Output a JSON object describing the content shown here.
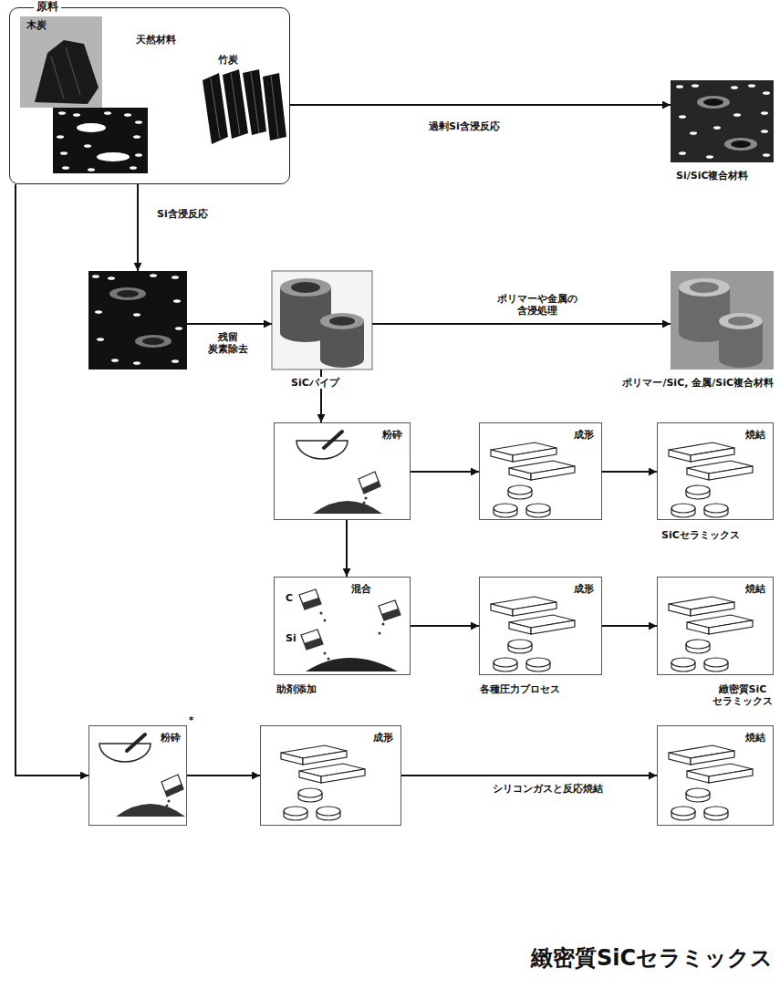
{
  "diagram": {
    "nodes": [
      {
        "text": [
          "原料",
          "木炭",
          "天然材料",
          "竹炭"
        ]
      },
      {
        "text": [
          "Si/SiC複合材料"
        ]
      },
      {
        "text": []
      },
      {
        "text": [
          "SiCパイプ"
        ]
      },
      {
        "text": [
          "ポリマー/SiC, 金属/SiC複合材料"
        ]
      },
      {
        "text": [
          "粉砕"
        ]
      },
      {
        "text": [
          "成形"
        ]
      },
      {
        "text": [
          "焼結",
          "SiCセラミックス"
        ]
      },
      {
        "text": [
          "混合",
          "C",
          "Si",
          "助剤添加"
        ]
      },
      {
        "text": [
          "成形",
          "各種圧力プロセス"
        ]
      },
      {
        "text": [
          "焼結",
          "緻密質SiC セラミックス"
        ]
      },
      {
        "text": [
          "粉砕"
        ]
      },
      {
        "text": [
          "成形"
        ]
      },
      {
        "text": [
          "焼結",
          "緻密質SiCセラミックス"
        ]
      }
    ],
    "edges": [
      {
        "from": 0,
        "to": 1,
        "arrow": "to",
        "label": "過剰Si含浸反応"
      },
      {
        "from": 0,
        "to": 2,
        "arrow": "to",
        "label": "Si含浸反応"
      },
      {
        "from": 2,
        "to": 3,
        "arrow": "to",
        "label": "残留 炭素除去"
      },
      {
        "from": 3,
        "to": 4,
        "arrow": "to",
        "label": "ポリマーや金属の 含浸処理"
      },
      {
        "from": 3,
        "to": 5,
        "arrow": "to"
      },
      {
        "from": 5,
        "to": 6,
        "arrow": "to"
      },
      {
        "from": 6,
        "to": 7,
        "arrow": "to"
      },
      {
        "from": 5,
        "to": 8,
        "arrow": "to"
      },
      {
        "from": 8,
        "to": 9,
        "arrow": "to"
      },
      {
        "from": 9,
        "to": 10,
        "arrow": "to"
      },
      {
        "from": 0,
        "to": 11,
        "arrow": "to"
      },
      {
        "from": 11,
        "to": 12,
        "arrow": "to"
      },
      {
        "from": 12,
        "to": 13,
        "arrow": "to",
        "label": "シリコンガスと反応焼結"
      }
    ],
    "labels": [
      "*"
    ]
  }
}
